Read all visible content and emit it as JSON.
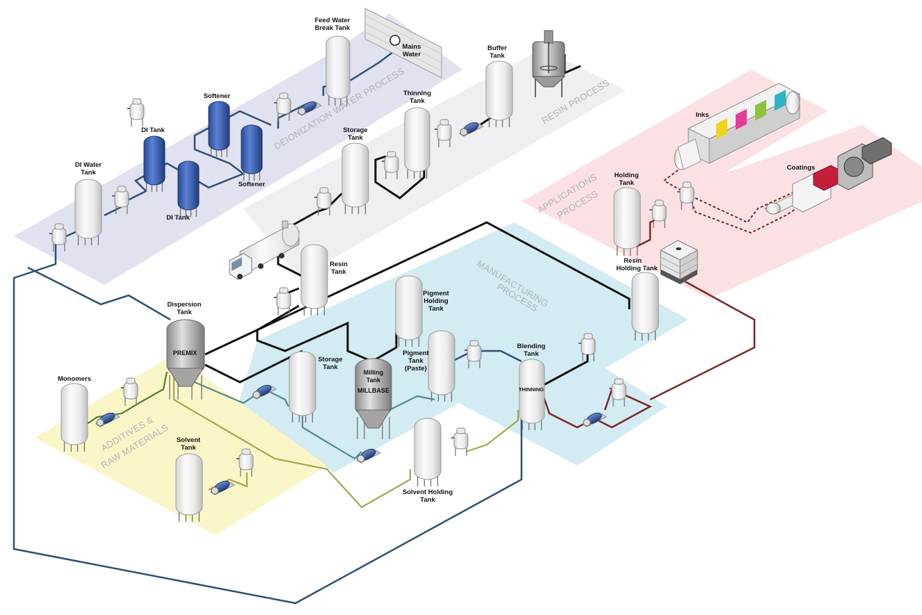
{
  "zones": {
    "deionization": "DEIONIZATION WATER PROCESS",
    "resin": "RESIN PROCESS",
    "applications_1": "APPLICATIONS",
    "applications_2": "PROCESS",
    "manufacturing_1": "MANUFACTURING",
    "manufacturing_2": "PROCESS",
    "additives_1": "ADDITIVES &",
    "additives_2": "RAW MATERIALS"
  },
  "labels": {
    "feed_water_1": "Feed Water",
    "feed_water_2": "Break Tank",
    "mains_1": "Mains",
    "mains_2": "Water",
    "softener_top": "Softener",
    "softener_bottom": "Softener",
    "di_tank_top": "DI Tank",
    "di_tank_bottom": "DI Tank",
    "di_water_1": "DI Water",
    "di_water_2": "Tank",
    "buffer_1": "Buffer",
    "buffer_2": "Tank",
    "thinning_1": "Thinning",
    "thinning_2": "Tank",
    "storage_top_1": "Storage",
    "storage_top_2": "Tank",
    "inks": "Inks",
    "coatings": "Coatings",
    "holding_1": "Holding",
    "holding_2": "Tank",
    "resin_holding_1": "Resin",
    "resin_holding_2": "Holding Tank",
    "resin_tank_1": "Resin",
    "resin_tank_2": "Tank",
    "dispersion_1": "Dispersion",
    "dispersion_2": "Tank",
    "premix": "PREMIX",
    "pigment_holding_1": "Pigment",
    "pigment_holding_2": "Holding",
    "pigment_holding_3": "Tank",
    "storage_mid_1": "Storage",
    "storage_mid_2": "Tank",
    "milling_1": "Milling",
    "milling_2": "Tank",
    "millbase": "MILLBASE",
    "pigment_paste_1": "Pigment",
    "pigment_paste_2": "Tank",
    "pigment_paste_3": "(Paste)",
    "blending_1": "Blending",
    "blending_2": "Tank",
    "thinning_on_tank": "THINNING",
    "monomers": "Monomers",
    "solvent_1": "Solvent",
    "solvent_2": "Tank",
    "solvent_holding_1": "Solvent Holding",
    "solvent_holding_2": "Tank"
  },
  "colors": {
    "zone_deionization": "#e1e2f0",
    "zone_resin": "#efeff1",
    "zone_applications": "#fbe1e3",
    "zone_manufacturing": "#d3ebf2",
    "zone_additives": "#fbf6c8",
    "pipe_water": "#2e4f72",
    "pipe_resin": "#111111",
    "pipe_solvent": "#a9a34a",
    "pipe_process": "#4b8a8f",
    "pipe_product": "#7b2525",
    "pipe_green": "#4a7f3a",
    "tank_blue": "#3e63b5",
    "tank_white": "#f2f2f2"
  },
  "icons": [
    "tank-icon",
    "filter-icon",
    "pump-icon",
    "truck-icon",
    "reactor-icon",
    "tote-icon",
    "printing-press-icon",
    "coating-machine-icon",
    "mains-water-wall-icon"
  ]
}
